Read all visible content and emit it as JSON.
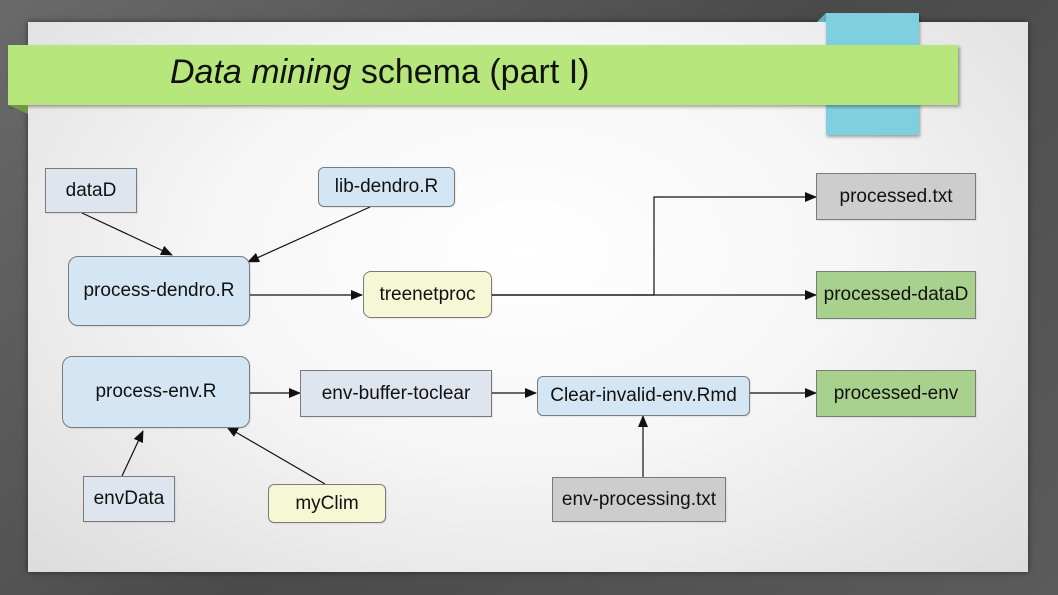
{
  "title": {
    "italic_part": "Data mining",
    "rest": " schema (part I)"
  },
  "nodes": {
    "dataD": "dataD",
    "lib_dendro": "lib-dendro.R",
    "process_dendro": "process-dendro.R",
    "treenetproc": "treenetproc",
    "processed_txt": "processed.txt",
    "processed_dataD": "processed-dataD",
    "process_env": "process-env.R",
    "env_buffer": "env-buffer-toclear",
    "clear_invalid": "Clear-invalid-env.Rmd",
    "processed_env": "processed-env",
    "envData": "envData",
    "myClim": "myClim",
    "env_processing": "env-processing.txt"
  },
  "colors": {
    "blue_node": "#d4e6f4",
    "gray_node": "#dfe5ee",
    "yellow_node": "#f6f7d4",
    "dark_gray_node": "#cdcdcd",
    "green_node": "#a9d18e",
    "title_band": "#b7e67d",
    "accent_tab": "#7fd0de"
  },
  "edges": [
    {
      "from": "dataD",
      "to": "process-dendro.R"
    },
    {
      "from": "lib-dendro.R",
      "to": "process-dendro.R"
    },
    {
      "from": "process-dendro.R",
      "to": "treenetproc"
    },
    {
      "from": "treenetproc",
      "to": "processed.txt"
    },
    {
      "from": "treenetproc",
      "to": "processed-dataD"
    },
    {
      "from": "process-env.R",
      "to": "env-buffer-toclear"
    },
    {
      "from": "env-buffer-toclear",
      "to": "Clear-invalid-env.Rmd"
    },
    {
      "from": "Clear-invalid-env.Rmd",
      "to": "processed-env"
    },
    {
      "from": "envData",
      "to": "process-env.R"
    },
    {
      "from": "myClim",
      "to": "process-env.R"
    },
    {
      "from": "env-processing.txt",
      "to": "Clear-invalid-env.Rmd"
    }
  ]
}
